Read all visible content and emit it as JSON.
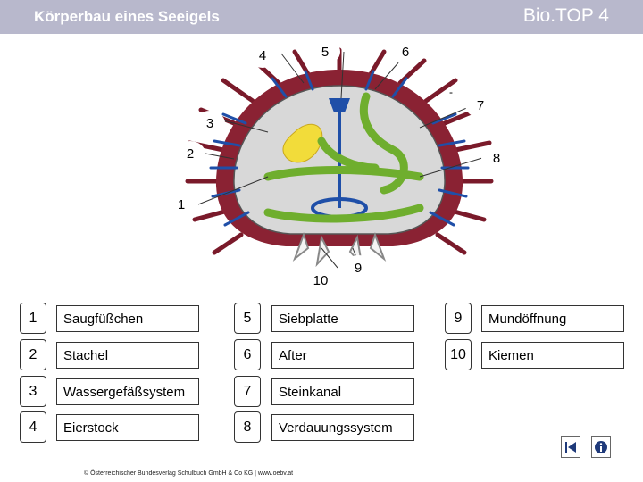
{
  "header": {
    "title": "Körperbau eines Seeigels",
    "brand": "Bio.TOP 4"
  },
  "diagram": {
    "labels": [
      "1",
      "2",
      "3",
      "4",
      "5",
      "6",
      "7",
      "8",
      "9",
      "10"
    ],
    "dash": "-"
  },
  "legend": [
    {
      "num": "1",
      "text": "Saugfüßchen"
    },
    {
      "num": "2",
      "text": "Stachel"
    },
    {
      "num": "3",
      "text": "Wassergefäßsystem"
    },
    {
      "num": "4",
      "text": "Eierstock"
    },
    {
      "num": "5",
      "text": "Siebplatte"
    },
    {
      "num": "6",
      "text": "After"
    },
    {
      "num": "7",
      "text": "Steinkanal"
    },
    {
      "num": "8",
      "text": "Verdauungssystem"
    },
    {
      "num": "9",
      "text": "Mundöffnung"
    },
    {
      "num": "10",
      "text": "Kiemen"
    }
  ],
  "footer": {
    "copyright": "© Österreichischer Bundesverlag Schulbuch GmbH & Co KG | www.oebv.at"
  },
  "icons": {
    "back": "back-icon",
    "info": "info-icon"
  },
  "colors": {
    "header": "#b8b8cc",
    "spine": "#7a1a2a",
    "tube_feet": "#1f4fa8",
    "gut": "#6fae2e",
    "gonad": "#f2dc3a"
  }
}
